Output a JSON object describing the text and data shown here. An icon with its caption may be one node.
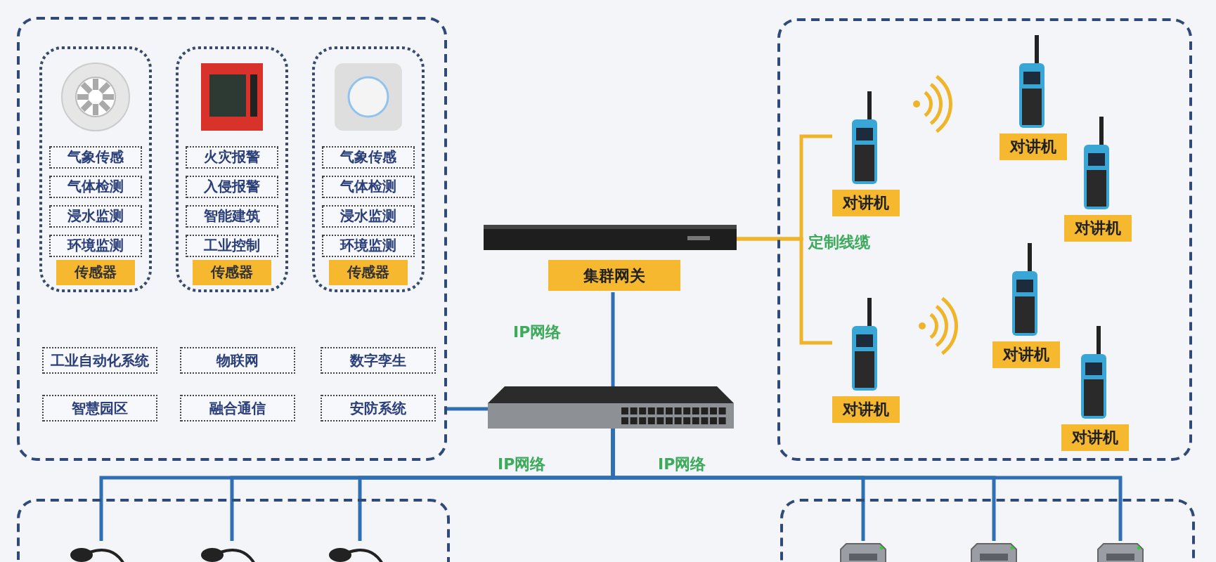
{
  "diagram": {
    "nodes": [
      {
        "text": [],
        "shape": "box"
      },
      {
        "text": [],
        "shape": "box",
        "in": 0
      },
      {
        "text": [
          "气象传感"
        ],
        "in": 1
      },
      {
        "text": [
          "气体检测"
        ],
        "in": 1
      },
      {
        "text": [
          "浸水监测"
        ],
        "in": 1
      },
      {
        "text": [
          "环境监测"
        ],
        "in": 1
      },
      {
        "text": [
          "传感器"
        ],
        "in": 1
      },
      {
        "text": [],
        "shape": "box",
        "in": 0
      },
      {
        "text": [
          "火灾报警"
        ],
        "in": 7
      },
      {
        "text": [
          "入侵报警"
        ],
        "in": 7
      },
      {
        "text": [
          "智能建筑"
        ],
        "in": 7
      },
      {
        "text": [
          "工业控制"
        ],
        "in": 7
      },
      {
        "text": [
          "传感器"
        ],
        "in": 7
      },
      {
        "text": [],
        "shape": "box",
        "in": 0
      },
      {
        "text": [
          "气象传感"
        ],
        "in": 13
      },
      {
        "text": [
          "气体检测"
        ],
        "in": 13
      },
      {
        "text": [
          "浸水监测"
        ],
        "in": 13
      },
      {
        "text": [
          "环境监测"
        ],
        "in": 13
      },
      {
        "text": [
          "传感器"
        ],
        "in": 13
      },
      {
        "text": [
          "工业自动化系统"
        ],
        "in": 0
      },
      {
        "text": [
          "物联网"
        ],
        "in": 0
      },
      {
        "text": [
          "数字孪生"
        ],
        "in": 0
      },
      {
        "text": [
          "智慧园区"
        ],
        "in": 0
      },
      {
        "text": [
          "融合通信"
        ],
        "in": 0
      },
      {
        "text": [
          "安防系统"
        ],
        "in": 0
      },
      {
        "text": [
          "集群网关"
        ]
      },
      {
        "text": [],
        "shape": "picture"
      },
      {
        "text": [],
        "shape": "box"
      },
      {
        "text": [
          "对讲机"
        ],
        "in": 27
      },
      {
        "text": [
          "对讲机"
        ],
        "in": 27
      },
      {
        "text": [
          "对讲机"
        ],
        "in": 27
      },
      {
        "text": [
          "对讲机"
        ],
        "in": 27
      },
      {
        "text": [
          "对讲机"
        ],
        "in": 27
      },
      {
        "text": [
          "对讲机"
        ],
        "in": 27
      },
      {
        "text": [],
        "shape": "box"
      },
      {
        "text": [],
        "shape": "picture",
        "in": 34
      },
      {
        "text": [],
        "shape": "picture",
        "in": 34
      },
      {
        "text": [],
        "shape": "picture",
        "in": 34
      },
      {
        "text": [],
        "shape": "box"
      },
      {
        "text": [],
        "shape": "picture",
        "in": 38
      },
      {
        "text": [],
        "shape": "picture",
        "in": 38
      },
      {
        "text": [],
        "shape": "picture",
        "in": 38
      }
    ],
    "edges": [
      {
        "from": 25,
        "to": 26,
        "arrow": "none",
        "label": "IP网络"
      },
      {
        "from": 26,
        "to": 0,
        "arrow": "none"
      },
      {
        "from": 26,
        "to": 35,
        "arrow": "none",
        "label": "IP网络"
      },
      {
        "from": 26,
        "to": 36,
        "arrow": "none"
      },
      {
        "from": 26,
        "to": 37,
        "arrow": "none"
      },
      {
        "from": 26,
        "to": 39,
        "arrow": "none",
        "label": "IP网络"
      },
      {
        "from": 26,
        "to": 40,
        "arrow": "none"
      },
      {
        "from": 26,
        "to": 41,
        "arrow": "none"
      },
      {
        "from": 25,
        "to": 28,
        "arrow": "none",
        "label": "定制线缆",
        "color": "#f0b429"
      },
      {
        "from": 25,
        "to": 29,
        "arrow": "none",
        "color": "#f0b429"
      }
    ]
  }
}
